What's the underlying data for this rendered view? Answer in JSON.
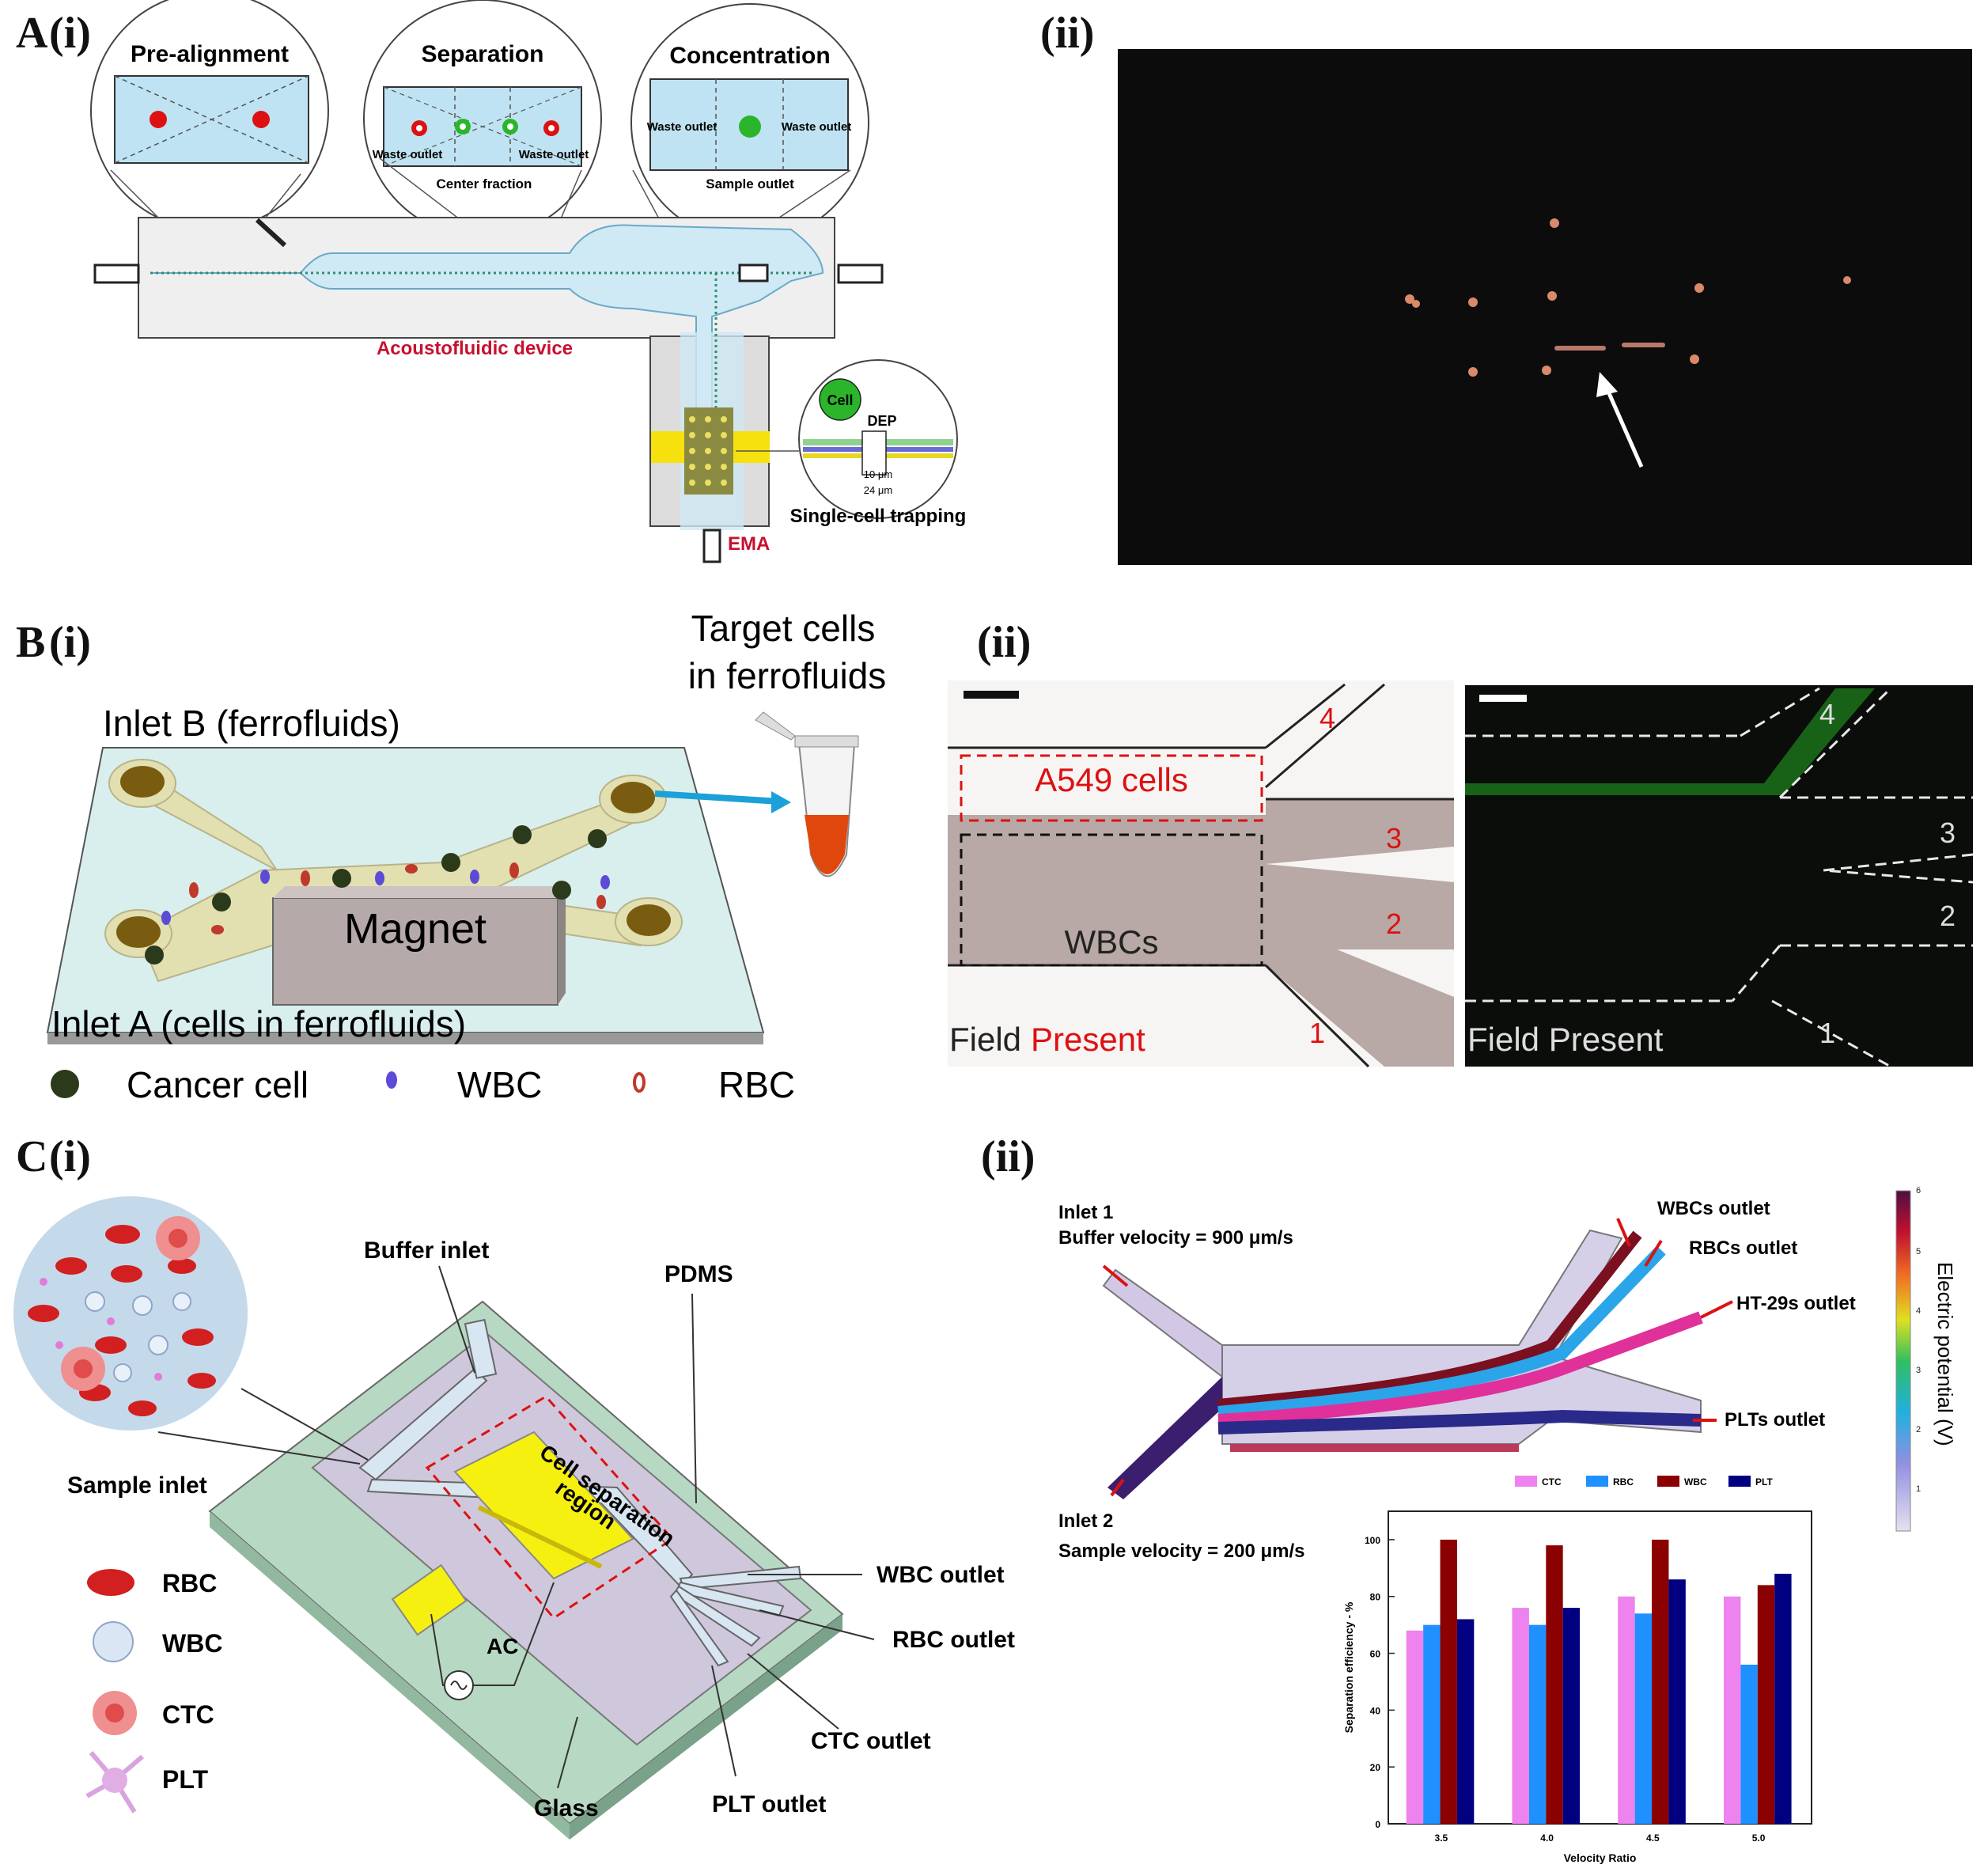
{
  "panelA": {
    "label_main": "A",
    "label_i": "(i)",
    "label_ii": "(ii)",
    "prealign": "Pre-alignment",
    "separation": "Separation",
    "concentration": "Concentration",
    "waste_outlet_l": "Waste outlet",
    "waste_outlet_r": "Waste outlet",
    "center_fraction": "Center fraction",
    "conc_waste_l": "Waste outlet",
    "conc_waste_r": "Waste outlet",
    "sample_outlet": "Sample outlet",
    "device": "Acoustofluidic device",
    "cell": "Cell",
    "dep": "DEP",
    "dim10": "10 μm",
    "dim24": "24 μm",
    "trapping": "Single-cell trapping",
    "ema": "EMA"
  },
  "panelB": {
    "label_main": "B",
    "label_i": "(i)",
    "label_ii": "(ii)",
    "target1": "Target cells",
    "target2": "in ferrofluids",
    "inletB": "Inlet B (ferrofluids)",
    "inletA": "Inlet A (cells in ferrofluids)",
    "magnet": "Magnet",
    "legend_cancer": "Cancer cell",
    "legend_wbc": "WBC",
    "legend_rbc": "RBC",
    "a549": "A549 cells",
    "wbcs": "WBCs",
    "field": "Field",
    "present": "Present",
    "field_present_right": "Field Present",
    "n1": "1",
    "n2": "2",
    "n3": "3",
    "n4": "4"
  },
  "panelC": {
    "label_main": "C",
    "label_i": "(i)",
    "label_ii": "(ii)",
    "buffer_inlet": "Buffer inlet",
    "pdms": "PDMS",
    "cell_sep_1": "Cell separation",
    "cell_sep_2": "region",
    "sample_inlet": "Sample inlet",
    "ac": "AC",
    "glass": "Glass",
    "wbc_outlet": "WBC outlet",
    "rbc_outlet": "RBC outlet",
    "ctc_outlet": "CTC outlet",
    "plt_outlet": "PLT outlet",
    "leg_rbc": "RBC",
    "leg_wbc": "WBC",
    "leg_ctc": "CTC",
    "leg_plt": "PLT",
    "inlet1": "Inlet 1",
    "buffer_velocity": "Buffer velocity = 900 μm/s",
    "inlet2": "Inlet 2",
    "sample_velocity": "Sample velocity = 200 μm/s",
    "wbcs_outlet": "WBCs outlet",
    "rbcs_outlet": "RBCs outlet",
    "ht29_outlet": "HT-29s outlet",
    "plts_outlet": "PLTs outlet",
    "colorbar_label": "Electric potential (V)",
    "colorbar_ticks": [
      "6",
      "5",
      "4",
      "3",
      "2",
      "1"
    ]
  },
  "colors": {
    "red_text": "#c8102e",
    "device_blue": "#cfe9f5",
    "ctc": "#ee82ee",
    "rbc": "#1e90ff",
    "wbc": "#8b0000",
    "plt": "#000080"
  },
  "chart_data": {
    "type": "bar",
    "categories": [
      "3.5",
      "4.0",
      "4.5",
      "5.0"
    ],
    "series": [
      {
        "name": "CTC",
        "values": [
          68,
          76,
          80,
          80
        ],
        "color": "#ee82ee"
      },
      {
        "name": "RBC",
        "values": [
          70,
          70,
          74,
          56
        ],
        "color": "#1e90ff"
      },
      {
        "name": "WBC",
        "values": [
          100,
          98,
          100,
          84
        ],
        "color": "#8b0000"
      },
      {
        "name": "PLT",
        "values": [
          72,
          76,
          86,
          88
        ],
        "color": "#000080"
      }
    ],
    "xlabel": "Velocity Ratio",
    "ylabel": "Separation efficiency - %",
    "ylim": [
      0,
      110
    ],
    "yticks": [
      "0",
      "20",
      "40",
      "60",
      "80",
      "100"
    ],
    "legend": "top"
  }
}
